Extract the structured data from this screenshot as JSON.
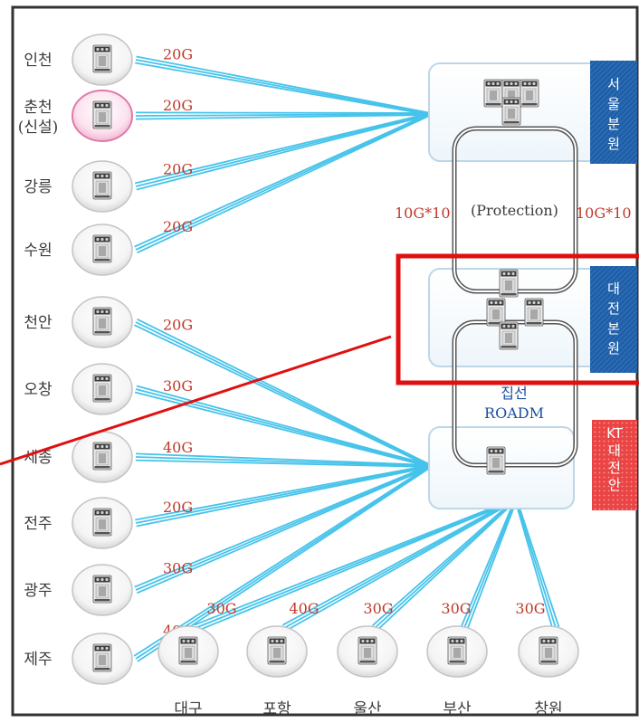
{
  "colors": {
    "link": "#46c3ea",
    "capacity_label": "#c0392b",
    "hub_label_blue": "#1a4fa0",
    "seoul_tag": "#1f5fa8",
    "daejeon_tag": "#1f5fa8",
    "kt_tag": "#ea4444",
    "highlight": "#e01010",
    "frame": "#333333"
  },
  "left_sites": [
    {
      "name": "인천",
      "capacity": "20G",
      "hub": "seoul"
    },
    {
      "name": "춘천",
      "name2": "(신설)",
      "capacity": "20G",
      "hub": "seoul",
      "new": true
    },
    {
      "name": "강릉",
      "capacity": "20G",
      "hub": "seoul"
    },
    {
      "name": "수원",
      "capacity": "20G",
      "hub": "seoul"
    },
    {
      "name": "천안",
      "capacity": "20G",
      "hub": "kt"
    },
    {
      "name": "오창",
      "capacity": "30G",
      "hub": "kt"
    },
    {
      "name": "세종",
      "capacity": "40G",
      "hub": "kt"
    },
    {
      "name": "전주",
      "capacity": "20G",
      "hub": "kt"
    },
    {
      "name": "광주",
      "capacity": "30G",
      "hub": "kt"
    },
    {
      "name": "제주",
      "capacity": "40G",
      "hub": "kt"
    }
  ],
  "bottom_sites": [
    {
      "name": "대구",
      "capacity": "30G"
    },
    {
      "name": "포항",
      "capacity": "40G"
    },
    {
      "name": "울산",
      "capacity": "30G"
    },
    {
      "name": "부산",
      "capacity": "30G"
    },
    {
      "name": "창원",
      "capacity": "30G"
    }
  ],
  "hubs": {
    "seoul": {
      "tag": "서울분원"
    },
    "daejeon": {
      "tag": "대전본원"
    },
    "kt": {
      "tag": "KT대전안"
    }
  },
  "ring_labels": {
    "left": "10G*10",
    "center": "(Protection)",
    "right": "10G*10"
  },
  "roadm_label": {
    "line1": "집선",
    "line2": "ROADM"
  }
}
